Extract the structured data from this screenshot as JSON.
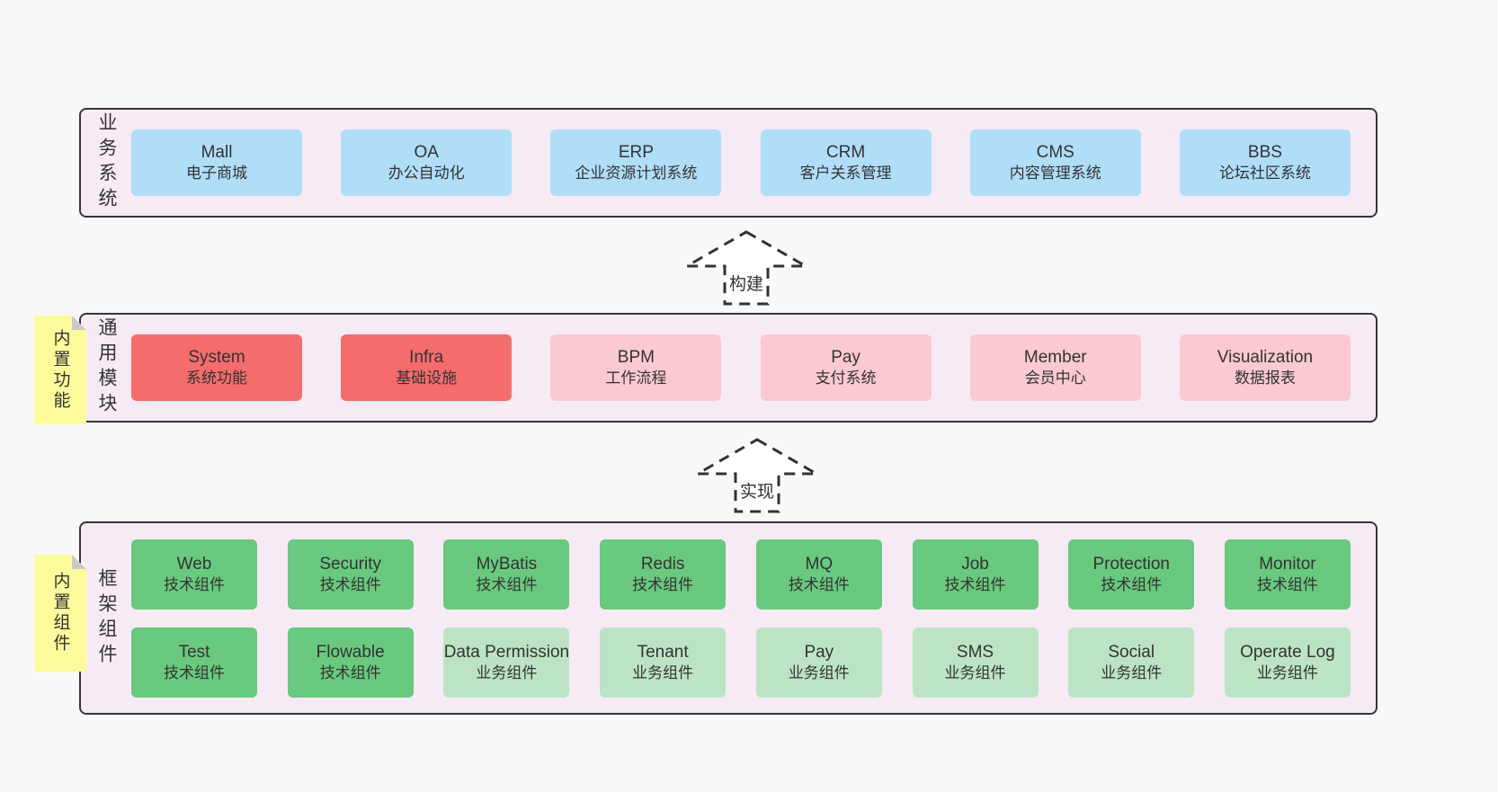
{
  "palette": {
    "page_bg": "#f8f8f8",
    "layer_bg": "#f6ebf5",
    "layer_border": "#363636",
    "blue": "#b0ddf8",
    "red": "#f56c6c",
    "pink": "#fbc9d1",
    "green": "#69c97e",
    "light_green": "#bce4c4",
    "sticky_yellow": "#fbfb9b",
    "fold_gray": "#c9c9c9",
    "text": "#333333"
  },
  "arrows": [
    {
      "label": "构建"
    },
    {
      "label": "实现"
    }
  ],
  "layers": [
    {
      "id": "business",
      "side_label": "业务系统",
      "boxes": [
        {
          "name": "Mall",
          "subtitle": "电子商城",
          "type": "blue"
        },
        {
          "name": "OA",
          "subtitle": "办公自动化",
          "type": "blue"
        },
        {
          "name": "ERP",
          "subtitle": "企业资源计划系统",
          "type": "blue"
        },
        {
          "name": "CRM",
          "subtitle": "客户关系管理",
          "type": "blue"
        },
        {
          "name": "CMS",
          "subtitle": "内容管理系统",
          "type": "blue"
        },
        {
          "name": "BBS",
          "subtitle": "论坛社区系统",
          "type": "blue"
        }
      ]
    },
    {
      "id": "modules",
      "side_label": "通用模块",
      "sticky": "内置功能",
      "boxes": [
        {
          "name": "System",
          "subtitle": "系统功能",
          "type": "red"
        },
        {
          "name": "Infra",
          "subtitle": "基础设施",
          "type": "red"
        },
        {
          "name": "BPM",
          "subtitle": "工作流程",
          "type": "pink"
        },
        {
          "name": "Pay",
          "subtitle": "支付系统",
          "type": "pink"
        },
        {
          "name": "Member",
          "subtitle": "会员中心",
          "type": "pink"
        },
        {
          "name": "Visualization",
          "subtitle": "数据报表",
          "type": "pink"
        }
      ]
    },
    {
      "id": "components",
      "side_label": "框架组件",
      "sticky": "内置组件",
      "rows": [
        [
          {
            "name": "Web",
            "subtitle": "技术组件",
            "type": "green"
          },
          {
            "name": "Security",
            "subtitle": "技术组件",
            "type": "green"
          },
          {
            "name": "MyBatis",
            "subtitle": "技术组件",
            "type": "green"
          },
          {
            "name": "Redis",
            "subtitle": "技术组件",
            "type": "green"
          },
          {
            "name": "MQ",
            "subtitle": "技术组件",
            "type": "green"
          },
          {
            "name": "Job",
            "subtitle": "技术组件",
            "type": "green"
          },
          {
            "name": "Protection",
            "subtitle": "技术组件",
            "type": "green"
          },
          {
            "name": "Monitor",
            "subtitle": "技术组件",
            "type": "green"
          }
        ],
        [
          {
            "name": "Test",
            "subtitle": "技术组件",
            "type": "green"
          },
          {
            "name": "Flowable",
            "subtitle": "技术组件",
            "type": "green"
          },
          {
            "name": "Data Permission",
            "subtitle": "业务组件",
            "type": "lightgreen"
          },
          {
            "name": "Tenant",
            "subtitle": "业务组件",
            "type": "lightgreen"
          },
          {
            "name": "Pay",
            "subtitle": "业务组件",
            "type": "lightgreen"
          },
          {
            "name": "SMS",
            "subtitle": "业务组件",
            "type": "lightgreen"
          },
          {
            "name": "Social",
            "subtitle": "业务组件",
            "type": "lightgreen"
          },
          {
            "name": "Operate Log",
            "subtitle": "业务组件",
            "type": "lightgreen"
          }
        ]
      ]
    }
  ]
}
